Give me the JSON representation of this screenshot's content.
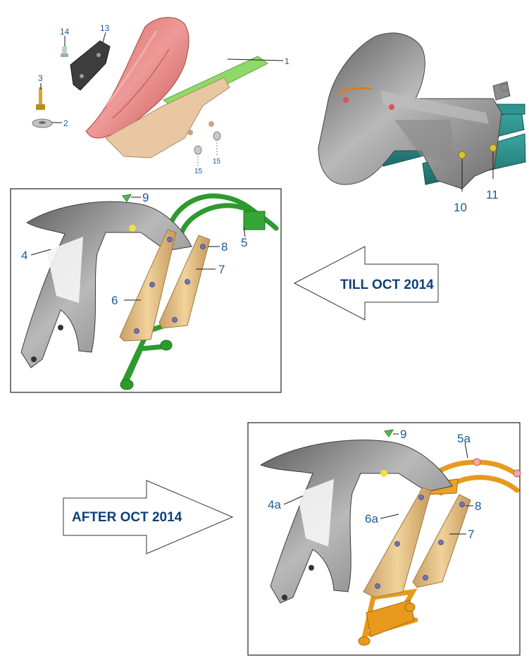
{
  "colors": {
    "callout_text": "#1a5a9c",
    "arrow_text": "#0e3f7a",
    "hugger_red": "#e8898a",
    "subframe_green": "#2e9a2e",
    "subframe_orange": "#e79a1c",
    "plate_tan": "#e6c183",
    "fender_grey": "#8c8c8c",
    "frame_teal": "#2a8b86",
    "panel_border": "#222222"
  },
  "top_exploded": {
    "callouts": {
      "c1": "1",
      "c2": "2",
      "c3": "3",
      "c13": "13",
      "c14": "14",
      "c15a": "15",
      "c15b": "15"
    }
  },
  "top_assembled": {
    "callouts": {
      "c10": "10",
      "c11": "11"
    }
  },
  "panel_till": {
    "callouts": {
      "c4": "4",
      "c5": "5",
      "c6": "6",
      "c7": "7",
      "c8": "8",
      "c9": "9"
    }
  },
  "panel_after": {
    "callouts": {
      "c4a": "4a",
      "c5a": "5a",
      "c6a": "6a",
      "c7": "7",
      "c8": "8",
      "c9": "9"
    }
  },
  "arrows": {
    "till": "TILL OCT 2014",
    "after": "AFTER OCT 2014"
  }
}
